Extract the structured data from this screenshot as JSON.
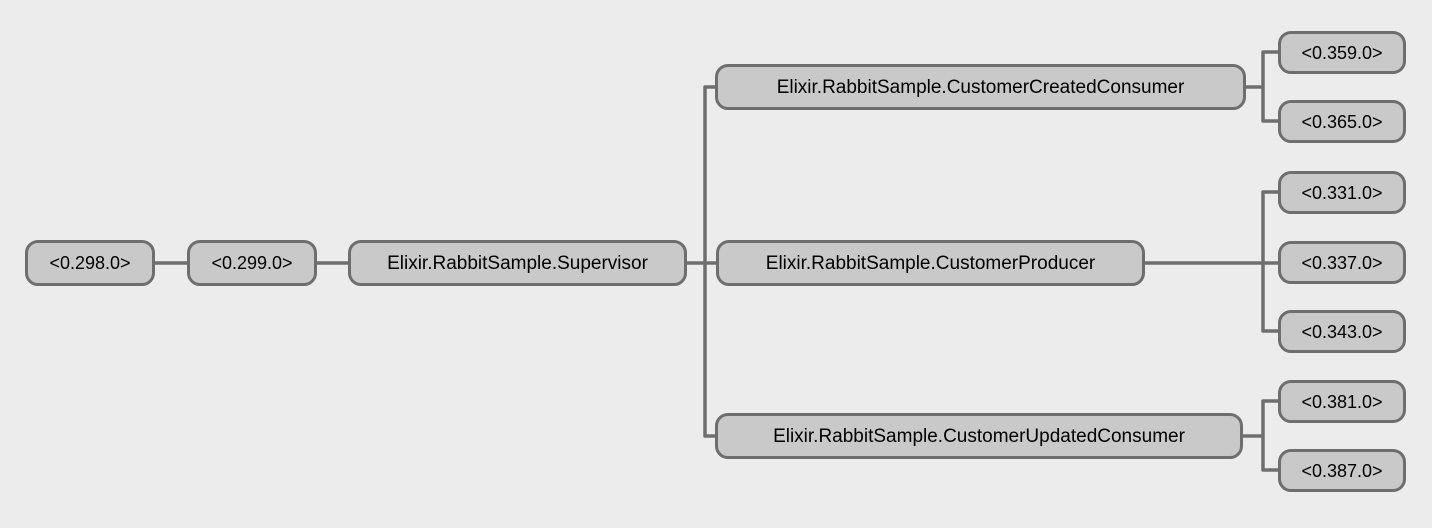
{
  "diagram": {
    "type": "supervision-process-tree",
    "colors": {
      "background": "#ececec",
      "node_fill": "#c9c9c9",
      "node_border": "#6e6e6e",
      "connector": "#6e6e6e",
      "text": "#000000"
    },
    "tree": {
      "root": {
        "label": "<0.298.0>",
        "children": [
          {
            "label": "<0.299.0>",
            "children": [
              {
                "label": "Elixir.RabbitSample.Supervisor",
                "children": [
                  {
                    "label": "Elixir.RabbitSample.CustomerCreatedConsumer",
                    "children": [
                      {
                        "label": "<0.359.0>"
                      },
                      {
                        "label": "<0.365.0>"
                      }
                    ]
                  },
                  {
                    "label": "Elixir.RabbitSample.CustomerProducer",
                    "children": [
                      {
                        "label": "<0.331.0>"
                      },
                      {
                        "label": "<0.337.0>"
                      },
                      {
                        "label": "<0.343.0>"
                      }
                    ]
                  },
                  {
                    "label": "Elixir.RabbitSample.CustomerUpdatedConsumer",
                    "children": [
                      {
                        "label": "<0.381.0>"
                      },
                      {
                        "label": "<0.387.0>"
                      }
                    ]
                  }
                ]
              }
            ]
          }
        ]
      }
    }
  }
}
